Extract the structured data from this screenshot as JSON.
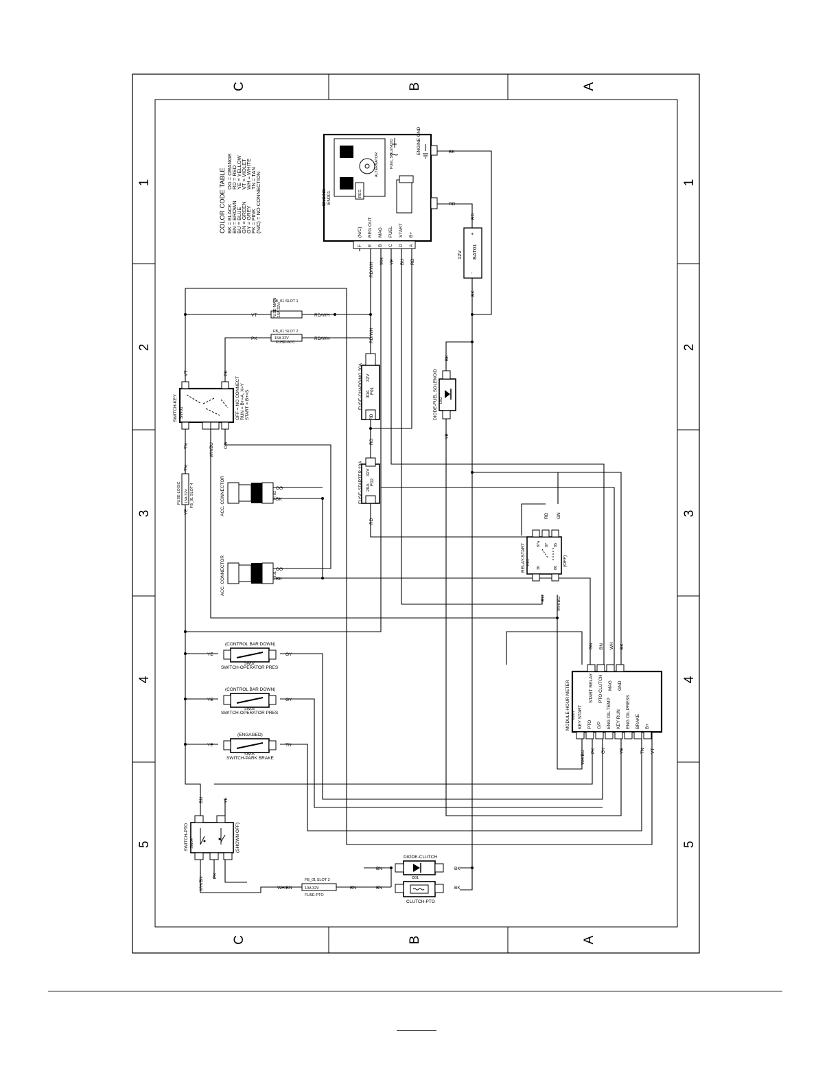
{
  "zones": {
    "columns": [
      "C",
      "B",
      "A"
    ],
    "rows": [
      "1",
      "2",
      "3",
      "4",
      "5"
    ]
  },
  "color_code_table": {
    "title": "COLOR CODE TABLE",
    "col1": [
      "BK = BLACK",
      "BN = BROWN",
      "BU = BLUE",
      "GN = GREEN",
      "GY = GREY",
      "PK = PINK",
      "(N/C) = NO CONNECTION"
    ],
    "col2": [
      "OG = ORANGE",
      "RD = RED",
      "YE = YELLOW",
      "VT = VIOLET",
      "WH = WHITE",
      "TN = TAN"
    ]
  },
  "engine": {
    "title": "ENGINE",
    "ref": "EN001",
    "pins": [
      "F",
      "E",
      "B",
      "C",
      "D",
      "A"
    ],
    "pin_labels": [
      "(N/C)",
      "REG OUT",
      "MAG",
      "FUEL",
      "START",
      "B+"
    ],
    "gnd_label": "ENGINE GND",
    "reg": "REG",
    "alt": "ALTERNATOR",
    "fuel_solenoid": "FUEL SOLENOID"
  },
  "battery": {
    "voltage": "12V",
    "ref": "BAT01",
    "plus": "+",
    "minus": "-"
  },
  "fuse_main": {
    "name": "FUSE-MAIN",
    "rating": "15A  32V",
    "slot": "FB_01 SLOT 1"
  },
  "fuse_acc": {
    "name": "FUSE-ACC",
    "rating": "15A  32V",
    "slot": "FB_01 SLOT 2"
  },
  "fuse_logic": {
    "name": "FUSE-LOGIC",
    "rating": "15A  32V",
    "slot": "FB_01 SLOT 4"
  },
  "fuse_ptc": {
    "name": "FUSE-PTO",
    "rating": "10A  32V",
    "slot": "FB_01 SLOT 3"
  },
  "fuse_charging": {
    "name": "FUSE-CHARGING 30A",
    "amp": "30A",
    "volt": "32V",
    "ref": "F01"
  },
  "fuse_starter": {
    "name": "FUSE-STARTER 20A",
    "amp": "20A",
    "volt": "32V",
    "ref": "F02"
  },
  "switch_key": {
    "name": "SWITCH-KEY",
    "ref": "SW01",
    "legend": [
      "OFF = NO CONNECT",
      "RUN = B+=A, X=Y",
      "START = B+=S"
    ]
  },
  "acc2": {
    "name": "ACC. CONNECTOR",
    "ref": "PT02"
  },
  "acc1": {
    "name": "ACC. CONNECTOR",
    "ref": "PT01"
  },
  "diode_fuel": {
    "name": "DIODE-FUEL SOLENOID",
    "ref": "D02"
  },
  "relay_start": {
    "name": "RELAY-START",
    "ref": "K01",
    "state": "(OFF)",
    "pins": [
      "87a",
      "87",
      "85",
      "30",
      "86"
    ]
  },
  "sw_op1": {
    "name": "SWITCH-OPERATOR PRES",
    "ref": "SW02",
    "note": "(CONTROL BAR DOWN)"
  },
  "sw_op2": {
    "name": "SWITCH-OPERATOR PRES",
    "ref": "SW03",
    "note": "(CONTROL BAR DOWN)"
  },
  "sw_park": {
    "name": "SWITCH-PARK BRAKE",
    "ref": "SW05",
    "note": "(ENGAGED)"
  },
  "sw_pto": {
    "name": "SWITCH-PTO",
    "ref": "SW04",
    "note": "(SHOWN OFF)"
  },
  "diode_clutch": {
    "name": "DIODE-CLUTCH",
    "ref": "D01"
  },
  "clutch_pto": {
    "name": "CLUTCH-PTO"
  },
  "module": {
    "name": "MODULE-HOUR METER",
    "ref": "E001",
    "left_pins": [
      "KEY START",
      "PTO",
      "O/P",
      "ENG OIL TEMP",
      "KEY RUN",
      "ENG OIL PRESS",
      "BRAKE",
      "B+"
    ],
    "right_pins": [
      "START RELAY",
      "PTO CLUTCH",
      "MAG",
      "GND"
    ]
  },
  "wires": {
    "bk": "BK",
    "rd": "RD",
    "rdwh": "RD/WH",
    "wh": "WH",
    "ye": "YE",
    "bu": "BU",
    "vt": "VT",
    "pk": "PK",
    "tn": "TN",
    "whbu": "WH/BU",
    "og": "OG",
    "gn": "GN",
    "bn": "BN",
    "gy": "GY",
    "whbn": "WH/BN"
  }
}
